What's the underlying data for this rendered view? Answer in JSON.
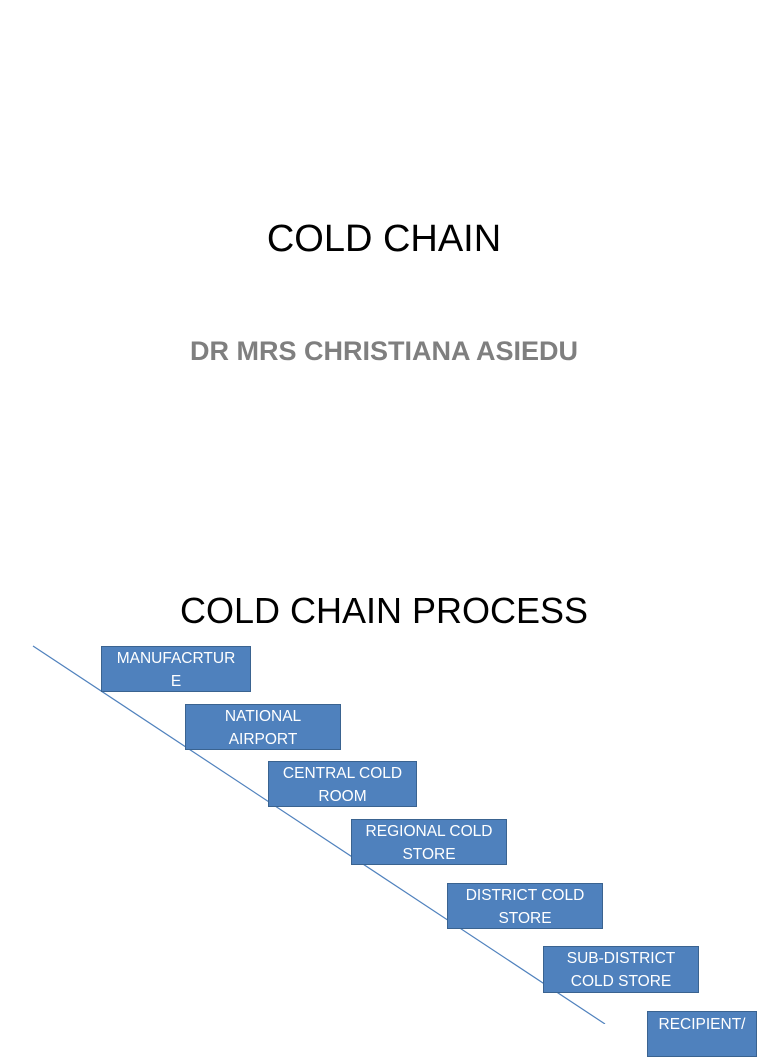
{
  "slide1": {
    "title": "COLD CHAIN",
    "subtitle": "DR MRS CHRISTIANA  ASIEDU"
  },
  "slide2": {
    "title": "COLD CHAIN PROCESS",
    "steps": [
      "MANUFACRTURE",
      "NATIONAL AIRPORT",
      "CENTRAL COLD ROOM",
      "REGIONAL COLD STORE",
      "DISTRICT COLD STORE",
      "SUB-DISTRICT COLD STORE",
      "RECIPIENT/"
    ],
    "box_color": "#4f81bd",
    "line_color": "#4f81bd"
  }
}
